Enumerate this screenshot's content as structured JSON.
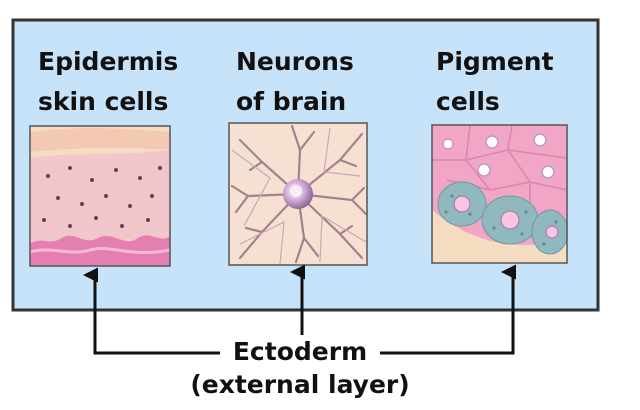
{
  "panels": [
    {
      "line1": "Epidermis",
      "line2": "skin cells",
      "icon": "skin-tissue-icon"
    },
    {
      "line1": "Neurons",
      "line2": "of brain",
      "icon": "neuron-icon"
    },
    {
      "line1": "Pigment",
      "line2": "cells",
      "icon": "pigment-cells-icon"
    }
  ],
  "source": {
    "line1": "Ectoderm",
    "line2": "(external layer)"
  },
  "colors": {
    "panel_background": "#c6e3fa",
    "panel_border": "#333333",
    "skin_pink": "#f2c7cc",
    "skin_magenta": "#e57fb2",
    "skin_cream": "#f6dcc1",
    "neuron_background": "#f6e0d2",
    "neuron_dendrite": "#a3828e",
    "pigment_pink": "#f2a6c6",
    "pigment_teal": "#8fb8bf"
  }
}
